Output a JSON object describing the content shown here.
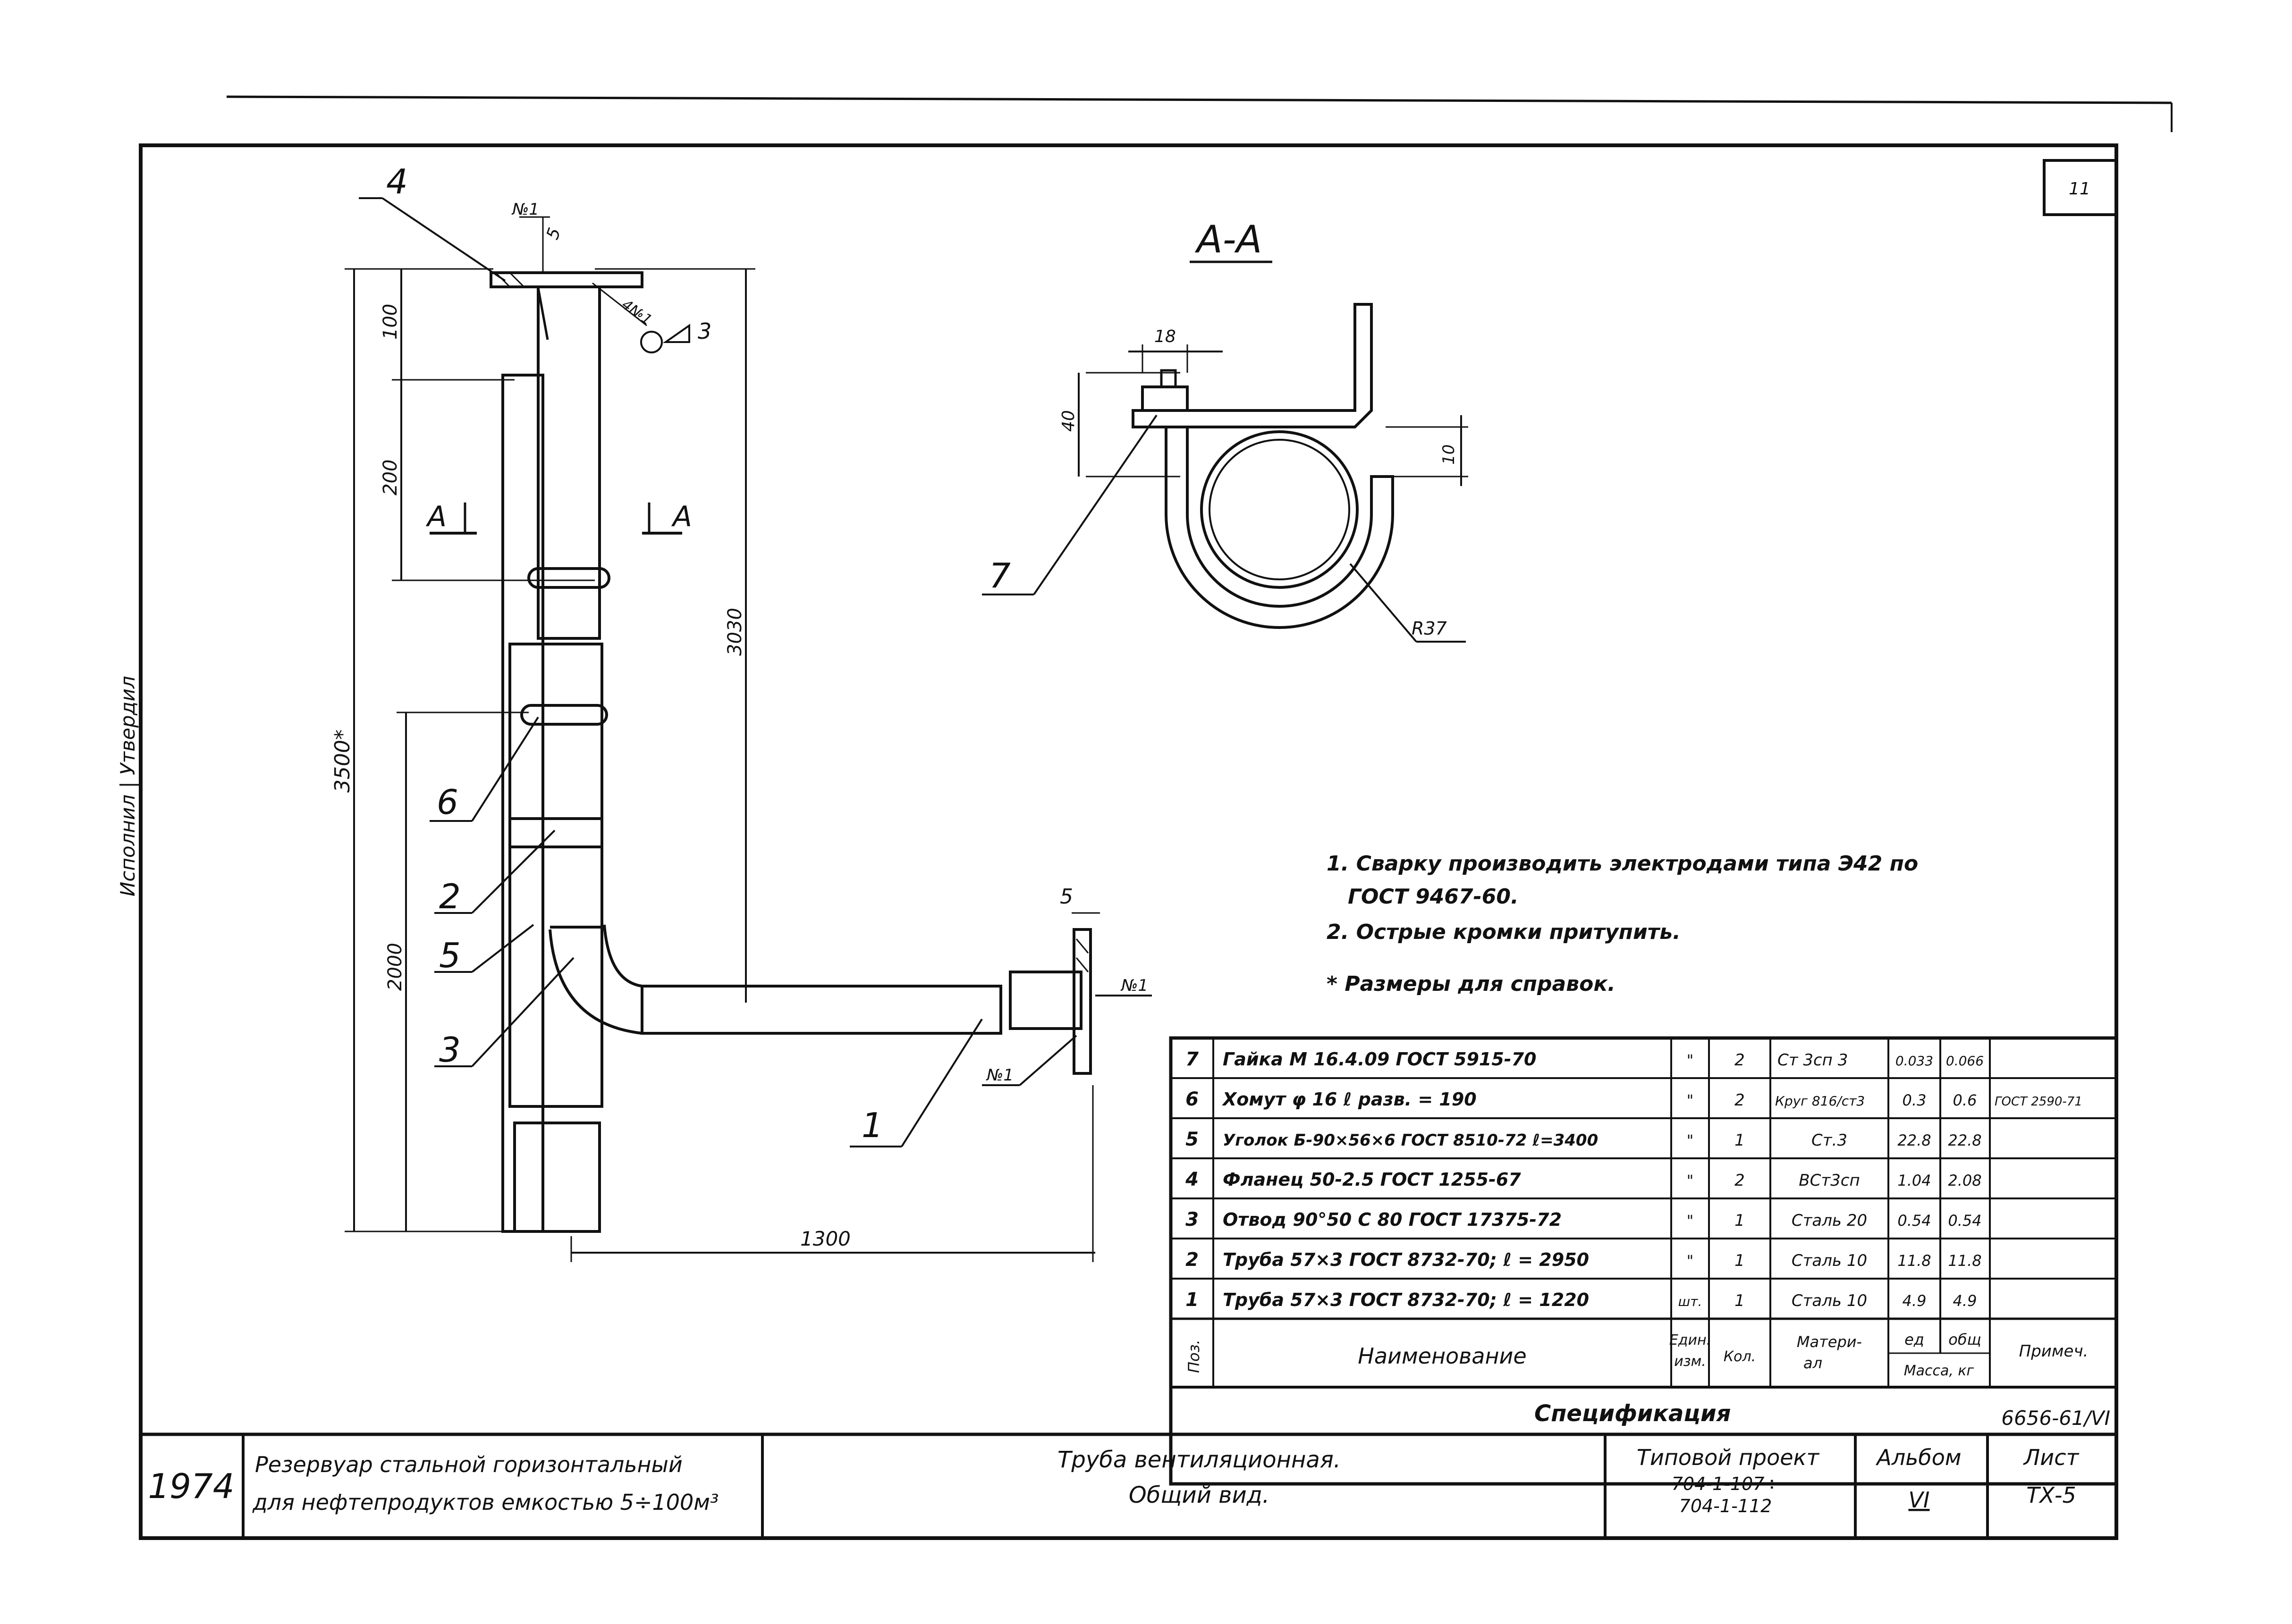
{
  "sheet_number": "11",
  "section_label": "A-A",
  "margin_text": "Исполнил | Утвердил",
  "drawing": {
    "callouts": {
      "c1": "1",
      "c2": "2",
      "c3": "3",
      "c4": "4",
      "c5": "5",
      "c6": "6",
      "c7": "7"
    },
    "weld_marks": {
      "n1_top": "№1",
      "n1_flange": "№1",
      "n1_bottom": "№1",
      "n1_weld": "4№1"
    },
    "weld_symbol": "3",
    "dims": {
      "d100": "100",
      "d200": "200",
      "d3500": "3500*",
      "d3030": "3030",
      "d2000": "2000",
      "d1300": "1300",
      "d5_top": "5",
      "d5_right": "5",
      "d18": "18",
      "d40": "40",
      "d10": "10",
      "r37": "R37"
    },
    "section_marks": {
      "left": "A",
      "right": "A"
    }
  },
  "notes": [
    "1. Сварку производить электродами типа Э42 по",
    "ГОСТ 9467-60.",
    "2. Острые кромки притупить.",
    "* Размеры для справок."
  ],
  "spec_table": {
    "rows": [
      {
        "pos": "7",
        "name": "Гайка М 16.4.09 ГОСТ 5915-70",
        "unit": "\"",
        "qty": "2",
        "material": "Ст 3сп 3",
        "unit_mass": "0.033",
        "total_mass": "0.066",
        "note": ""
      },
      {
        "pos": "6",
        "name": "Хомут φ 16  ℓ разв. = 190",
        "unit": "\"",
        "qty": "2",
        "material": "Круг 816/ст3",
        "unit_mass": "0.3",
        "total_mass": "0.6",
        "note": "ГОСТ 2590-71"
      },
      {
        "pos": "5",
        "name": "Уголок Б-90×56×6 ГОСТ 8510-72 ℓ=3400",
        "unit": "\"",
        "qty": "1",
        "material": "Ст.3",
        "unit_mass": "22.8",
        "total_mass": "22.8",
        "note": ""
      },
      {
        "pos": "4",
        "name": "Фланец 50-2.5 ГОСТ 1255-67",
        "unit": "\"",
        "qty": "2",
        "material": "ВСт3сп",
        "unit_mass": "1.04",
        "total_mass": "2.08",
        "note": ""
      },
      {
        "pos": "3",
        "name": "Отвод 90°50 С 80 ГОСТ 17375-72",
        "unit": "\"",
        "qty": "1",
        "material": "Сталь 20",
        "unit_mass": "0.54",
        "total_mass": "0.54",
        "note": ""
      },
      {
        "pos": "2",
        "name": "Труба 57×3 ГОСТ 8732-70; ℓ = 2950",
        "unit": "\"",
        "qty": "1",
        "material": "Сталь 10",
        "unit_mass": "11.8",
        "total_mass": "11.8",
        "note": ""
      },
      {
        "pos": "1",
        "name": "Труба 57×3 ГОСТ 8732-70; ℓ = 1220",
        "unit": "шт.",
        "qty": "1",
        "material": "Сталь 10",
        "unit_mass": "4.9",
        "total_mass": "4.9",
        "note": ""
      }
    ],
    "header": {
      "pos": "Поз.",
      "name": "Наименование",
      "unit_1": "Един.",
      "unit_2": "изм.",
      "qty": "Кол.",
      "material_1": "Матери-",
      "material_2": "ал",
      "mass_unit": "ед",
      "mass_total": "общ",
      "mass_label": "Масса, кг",
      "note": "Примеч."
    },
    "caption": "Спецификация",
    "doc_code": "6656-61/VI"
  },
  "title_block": {
    "year": "1974",
    "object_line1": "Резервуар стальной горизонтальный",
    "object_line2": "для нефтепродуктов емкостью 5÷100м³",
    "title_line1": "Труба вентиляционная.",
    "title_line2": "Общий вид.",
    "project_line1": "Типовой проект",
    "project_line2": "704-1-107÷",
    "project_line3": "704-1-112",
    "album_label": "Альбом",
    "album_value": "VI",
    "sheet_label": "Лист",
    "sheet_value": "ТХ-5"
  }
}
